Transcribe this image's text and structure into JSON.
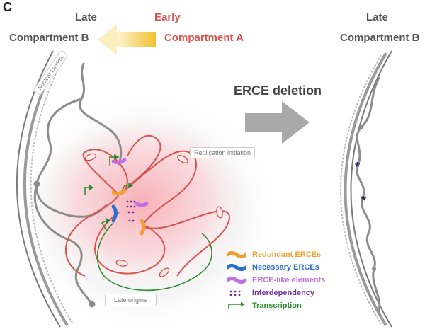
{
  "panel_letter": "C",
  "header": {
    "late_left": "Late",
    "compartment_b_left": "Compartment B",
    "early": "Early",
    "compartment_a": "Compartment A",
    "late_right": "Late",
    "compartment_b_right": "Compartment B"
  },
  "arrow_label": "ERCE deletion",
  "annotations": {
    "nuclear_lamina": "Nuclear Lamina",
    "replication_initiation": "Replication initiation",
    "late_origins": "Late origins",
    "deletion_marker": "*"
  },
  "legend": [
    {
      "label": "Redundant ERCEs",
      "color": "#f0a030",
      "icon": "orange-squiggle-icon"
    },
    {
      "label": "Necessary ERCEs",
      "color": "#2a6fd0",
      "icon": "blue-squiggle-icon"
    },
    {
      "label": "ERCE-like elements",
      "color": "#c070e0",
      "icon": "purple-squiggle-icon"
    },
    {
      "label": "Interdependency",
      "color": "#7030a0",
      "icon": "dots-icon"
    },
    {
      "label": "Transcription",
      "color": "#2a8a2a",
      "icon": "transcription-arrow-icon"
    }
  ],
  "colors": {
    "compartment_a": "#d9534f",
    "compartment_b": "#555555",
    "chromatin_red": "#d9534f",
    "chromatin_grey": "#888888",
    "lamina": "#999999",
    "early_arrow": "#f2c230"
  }
}
